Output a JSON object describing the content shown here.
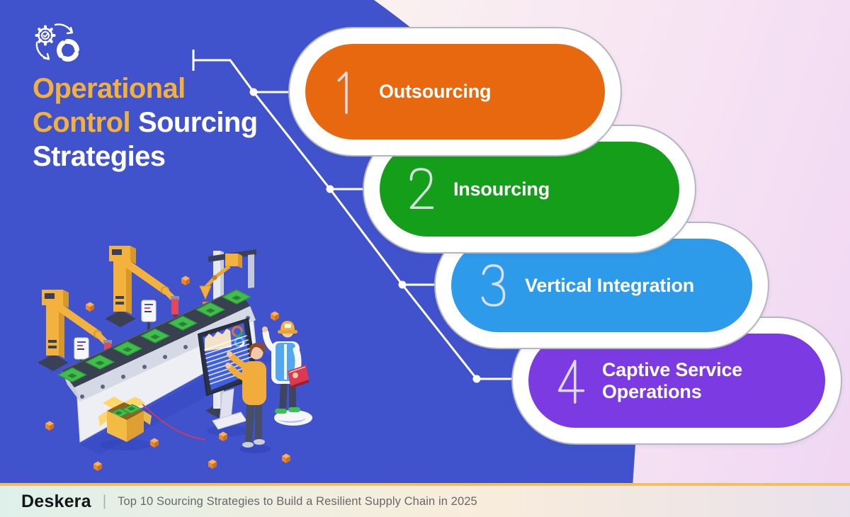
{
  "header": {
    "icon": "gear-sync-icon",
    "title": {
      "line1": "Operational",
      "line2_accent": "Control",
      "line2_rest": "Sourcing",
      "line3": "Strategies"
    }
  },
  "strategies": [
    {
      "number": "1",
      "label": "Outsourcing",
      "color": "#E8680F"
    },
    {
      "number": "2",
      "label": "Insourcing",
      "color": "#149E1A"
    },
    {
      "number": "3",
      "label": "Vertical Integration",
      "color": "#2D9BE9"
    },
    {
      "number": "4",
      "label": "Captive Service Operations",
      "color": "#7C3AE2"
    }
  ],
  "footer": {
    "brand": "Deskera",
    "separator": "|",
    "tagline": "Top 10 Sourcing Strategies to Build a Resilient Supply Chain in 2025"
  },
  "colors": {
    "canvas_blue": "#4053CD",
    "title_accent": "#F1B13C",
    "title_text": "#FFFFFF",
    "card_outline": "#B3B7C3",
    "connector": "#FFFFFF",
    "footer_divider": "#F4BE5A",
    "footer_gradient": [
      "#DFF0EA",
      "#F9EDDB",
      "#E9E1EC"
    ],
    "background_gradient": [
      "#FBF5EF",
      "#F7E4F3",
      "#EFD7F3"
    ]
  },
  "illustration": {
    "label": "smart-factory-conveyor-illustration",
    "elements": [
      "robot-arm",
      "robot-arm",
      "gantry-robot",
      "conveyor-belt",
      "circuit-boards",
      "control-kiosk",
      "operator-worker",
      "supervisor-worker",
      "parts-box"
    ]
  }
}
